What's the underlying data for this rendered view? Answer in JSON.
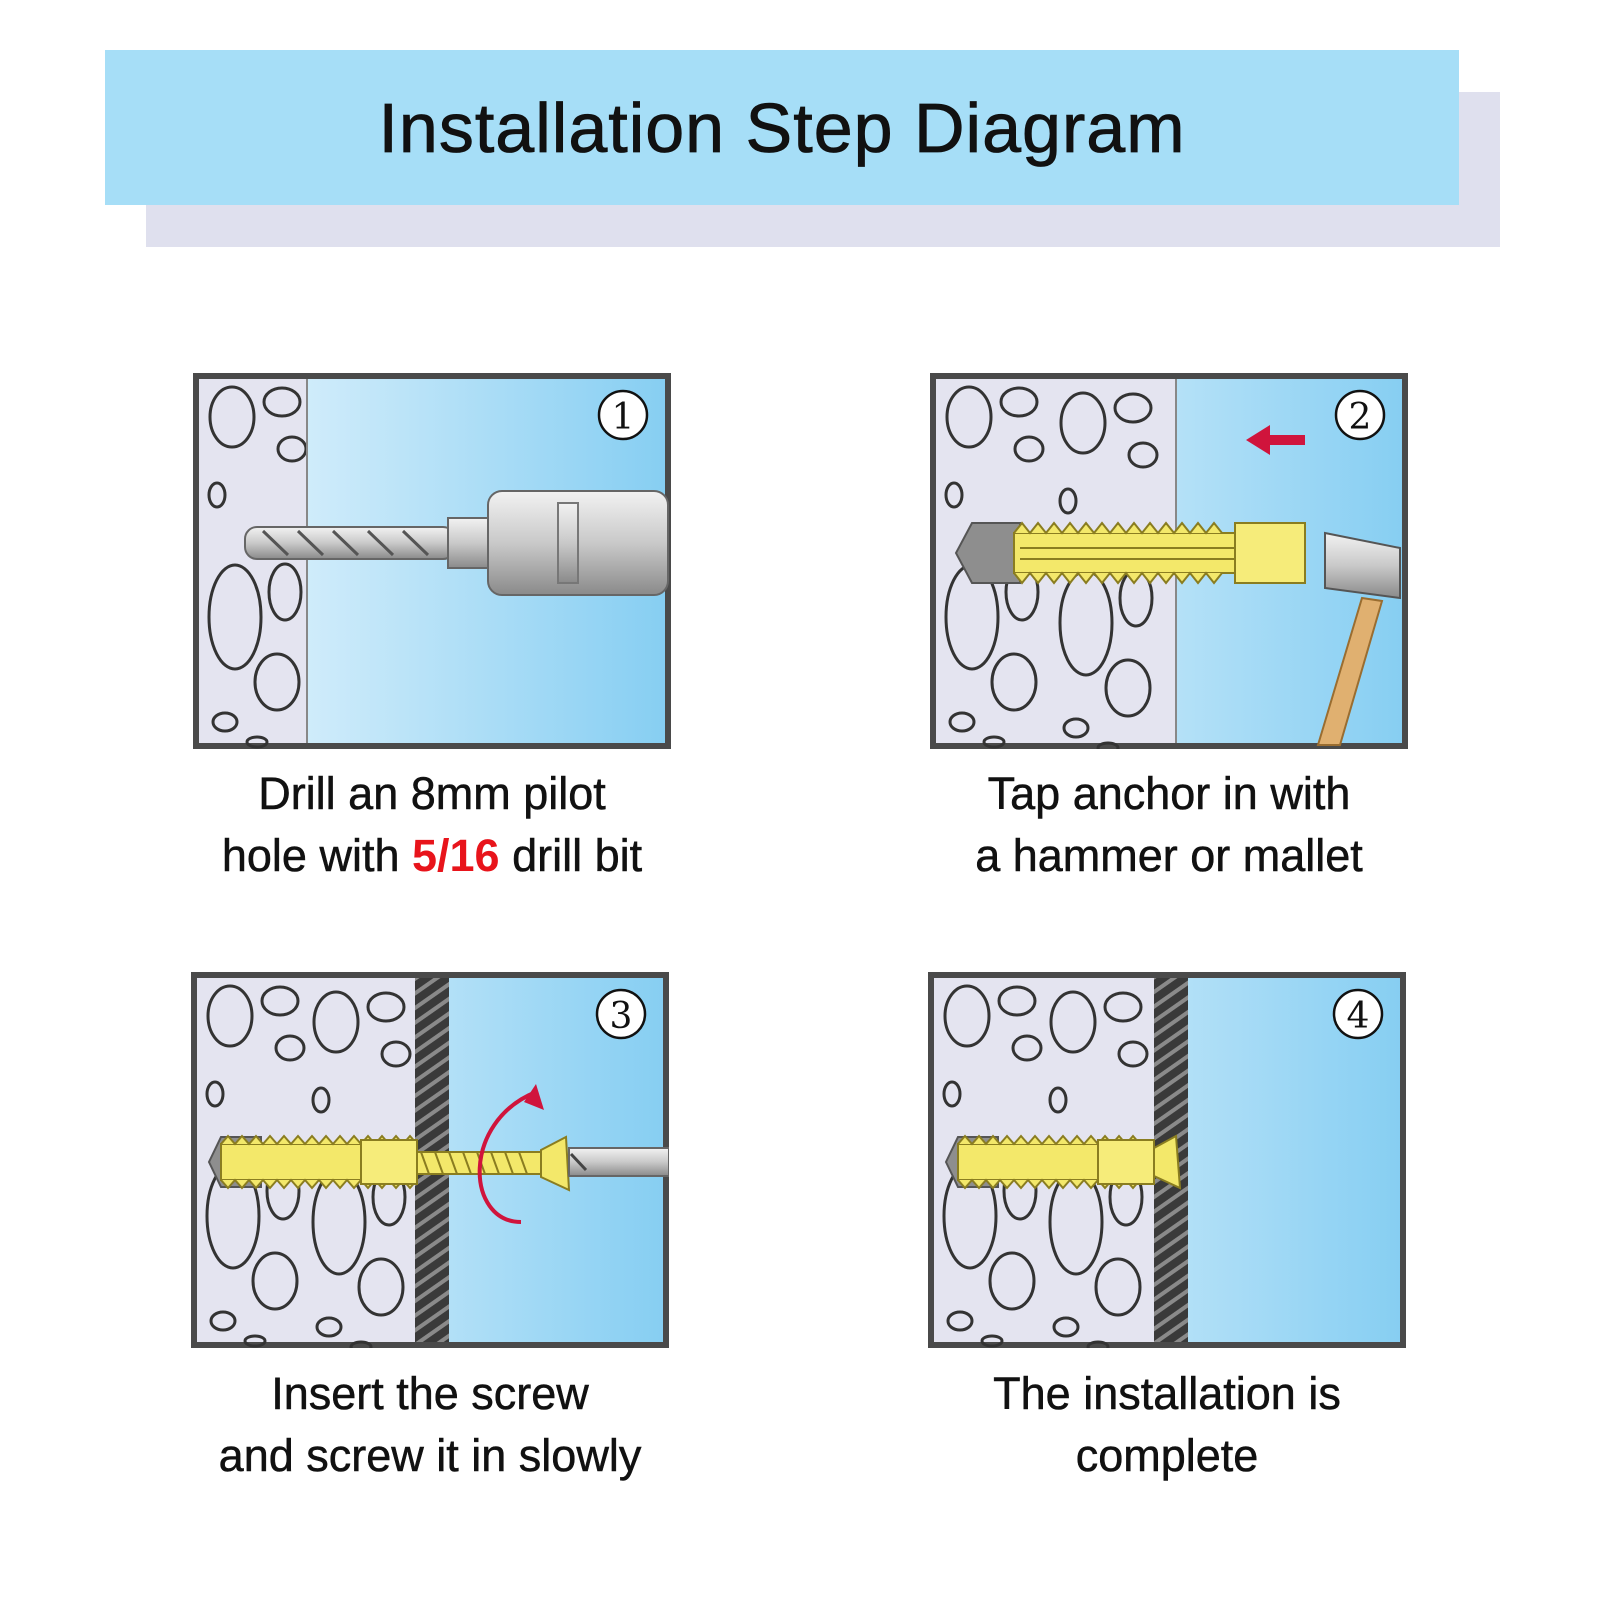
{
  "header": {
    "title": "Installation Step Diagram"
  },
  "steps": [
    {
      "number": "①",
      "caption_line1": "Drill an 8mm pilot",
      "caption_line2_pre": "hole with ",
      "caption_line2_highlight": "5/16",
      "caption_line2_post": " drill bit"
    },
    {
      "number": "②",
      "caption_line1": "Tap anchor in with",
      "caption_line2": "a hammer or mallet"
    },
    {
      "number": "③",
      "caption_line1": "Insert the screw",
      "caption_line2": "and screw it in slowly"
    },
    {
      "number": "④",
      "caption_line1": "The installation is",
      "caption_line2": "complete"
    }
  ],
  "colors": {
    "banner": "#a6def7",
    "banner_shadow": "#dfe0ee",
    "highlight": "#e8141b",
    "wall": "#e4e4f0",
    "anchor": "#f3e86a",
    "arrow": "#d0143c"
  }
}
